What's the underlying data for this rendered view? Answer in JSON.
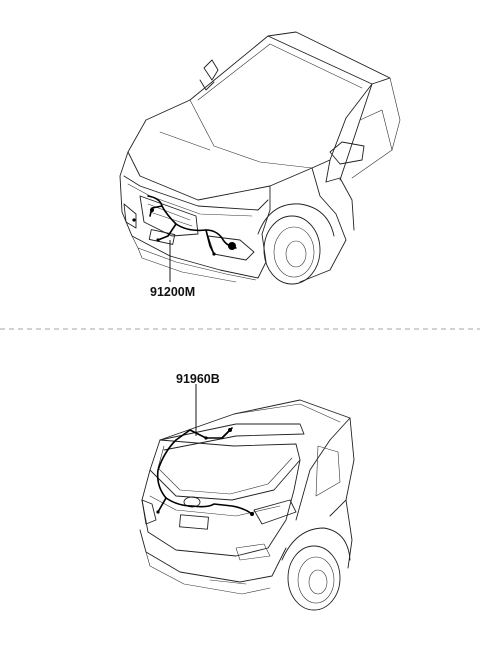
{
  "parts": [
    {
      "part_number": "91200M",
      "location": "front"
    },
    {
      "part_number": "91960B",
      "location": "rear"
    }
  ]
}
